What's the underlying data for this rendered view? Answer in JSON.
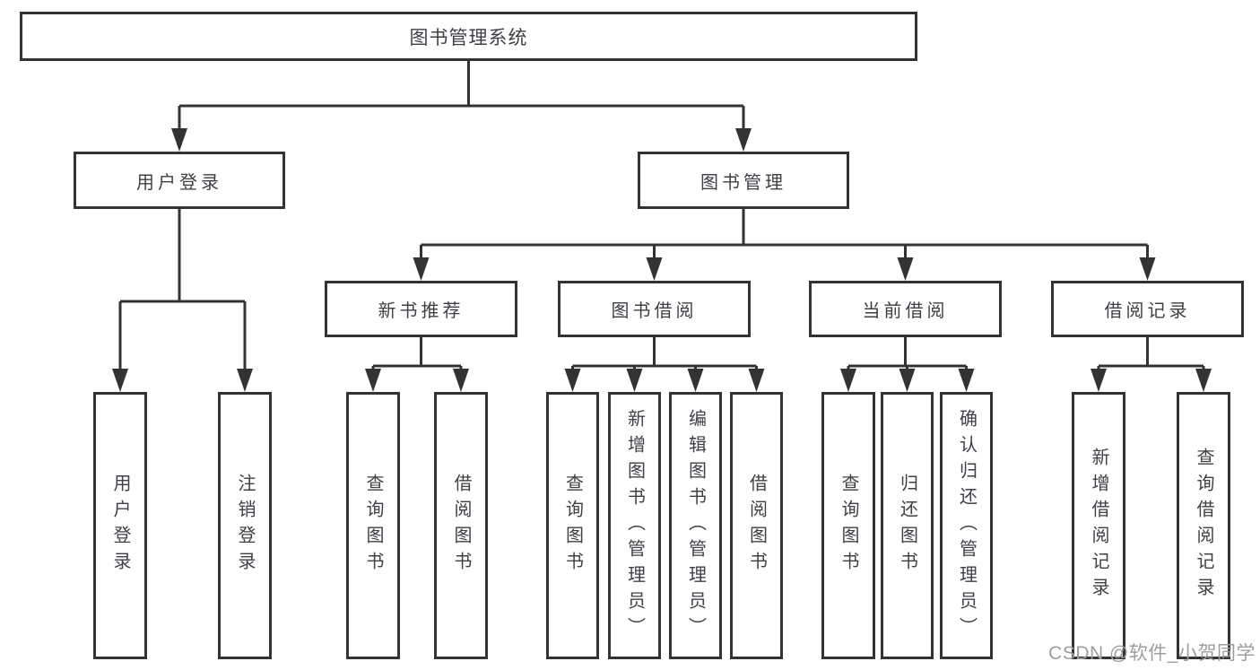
{
  "tree": {
    "root": {
      "label": "图书管理系统"
    },
    "branches": [
      {
        "label": "用户登录",
        "children": [
          {
            "label": "用户登录"
          },
          {
            "label": "注销登录"
          }
        ]
      },
      {
        "label": "图书管理",
        "children": [
          {
            "label": "新书推荐",
            "children": [
              {
                "label": "查询图书"
              },
              {
                "label": "借阅图书"
              }
            ]
          },
          {
            "label": "图书借阅",
            "children": [
              {
                "label": "查询图书"
              },
              {
                "label": "新增图书（管理员）"
              },
              {
                "label": "编辑图书（管理员）"
              },
              {
                "label": "借阅图书"
              }
            ]
          },
          {
            "label": "当前借阅",
            "children": [
              {
                "label": "查询图书"
              },
              {
                "label": "归还图书"
              },
              {
                "label": "确认归还（管理员）"
              }
            ]
          },
          {
            "label": "借阅记录",
            "children": [
              {
                "label": "新增借阅记录"
              },
              {
                "label": "查询借阅记录"
              }
            ]
          }
        ]
      }
    ]
  },
  "watermark": {
    "text": "CSDN @软件_小贺同学"
  },
  "colors": {
    "line": "#333333",
    "node_border": "#333333",
    "node_text": "#3f3f46",
    "watermark": "#9e9e9e",
    "background": "#ffffff"
  }
}
